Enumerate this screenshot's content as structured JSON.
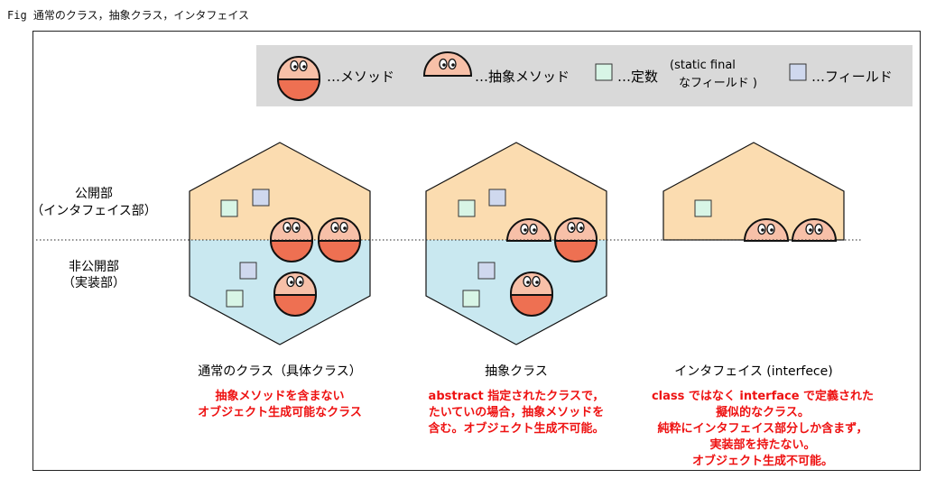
{
  "figure_caption": "Fig 通常のクラス，抽象クラス，インタフェイス",
  "legend": {
    "method": "…メソッド",
    "abstract_method": "…抽象メソッド",
    "constant_prefix": "…定数",
    "constant_paren_line1": "(static final",
    "constant_paren_line2": "なフィールド )",
    "field": "…フィールド"
  },
  "side_labels": {
    "public_line1": "公開部",
    "public_line2": "（インタフェイス部）",
    "private_line1": "非公開部",
    "private_line2": "（実装部）"
  },
  "classes": [
    {
      "title": "通常のクラス（具体クラス）",
      "desc": [
        "抽象メソッドを含まない",
        "オブジェクト生成可能なクラス"
      ]
    },
    {
      "title": "抽象クラス",
      "desc": [
        "abstract 指定されたクラスで，",
        "たいていの場合，抽象メソッドを",
        "含む。オブジェクト生成不可能。"
      ]
    },
    {
      "title": "インタフェイス (interfece)",
      "desc": [
        "class ではなく interface で定義された",
        "擬似的なクラス。",
        "純粋にインタフェイス部分しか含まず，",
        "実装部を持たない。",
        "オブジェクト生成不可能。"
      ]
    }
  ],
  "colors": {
    "public_fill": "#fbdcb0",
    "private_fill": "#c9e8f0",
    "method_top": "#f7c0a8",
    "method_bottom": "#ee7052",
    "constant_fill": "#d8f5e6",
    "field_fill": "#cfd8ee",
    "legend_bg": "#d9d9d9",
    "desc_text": "#ee1111"
  }
}
